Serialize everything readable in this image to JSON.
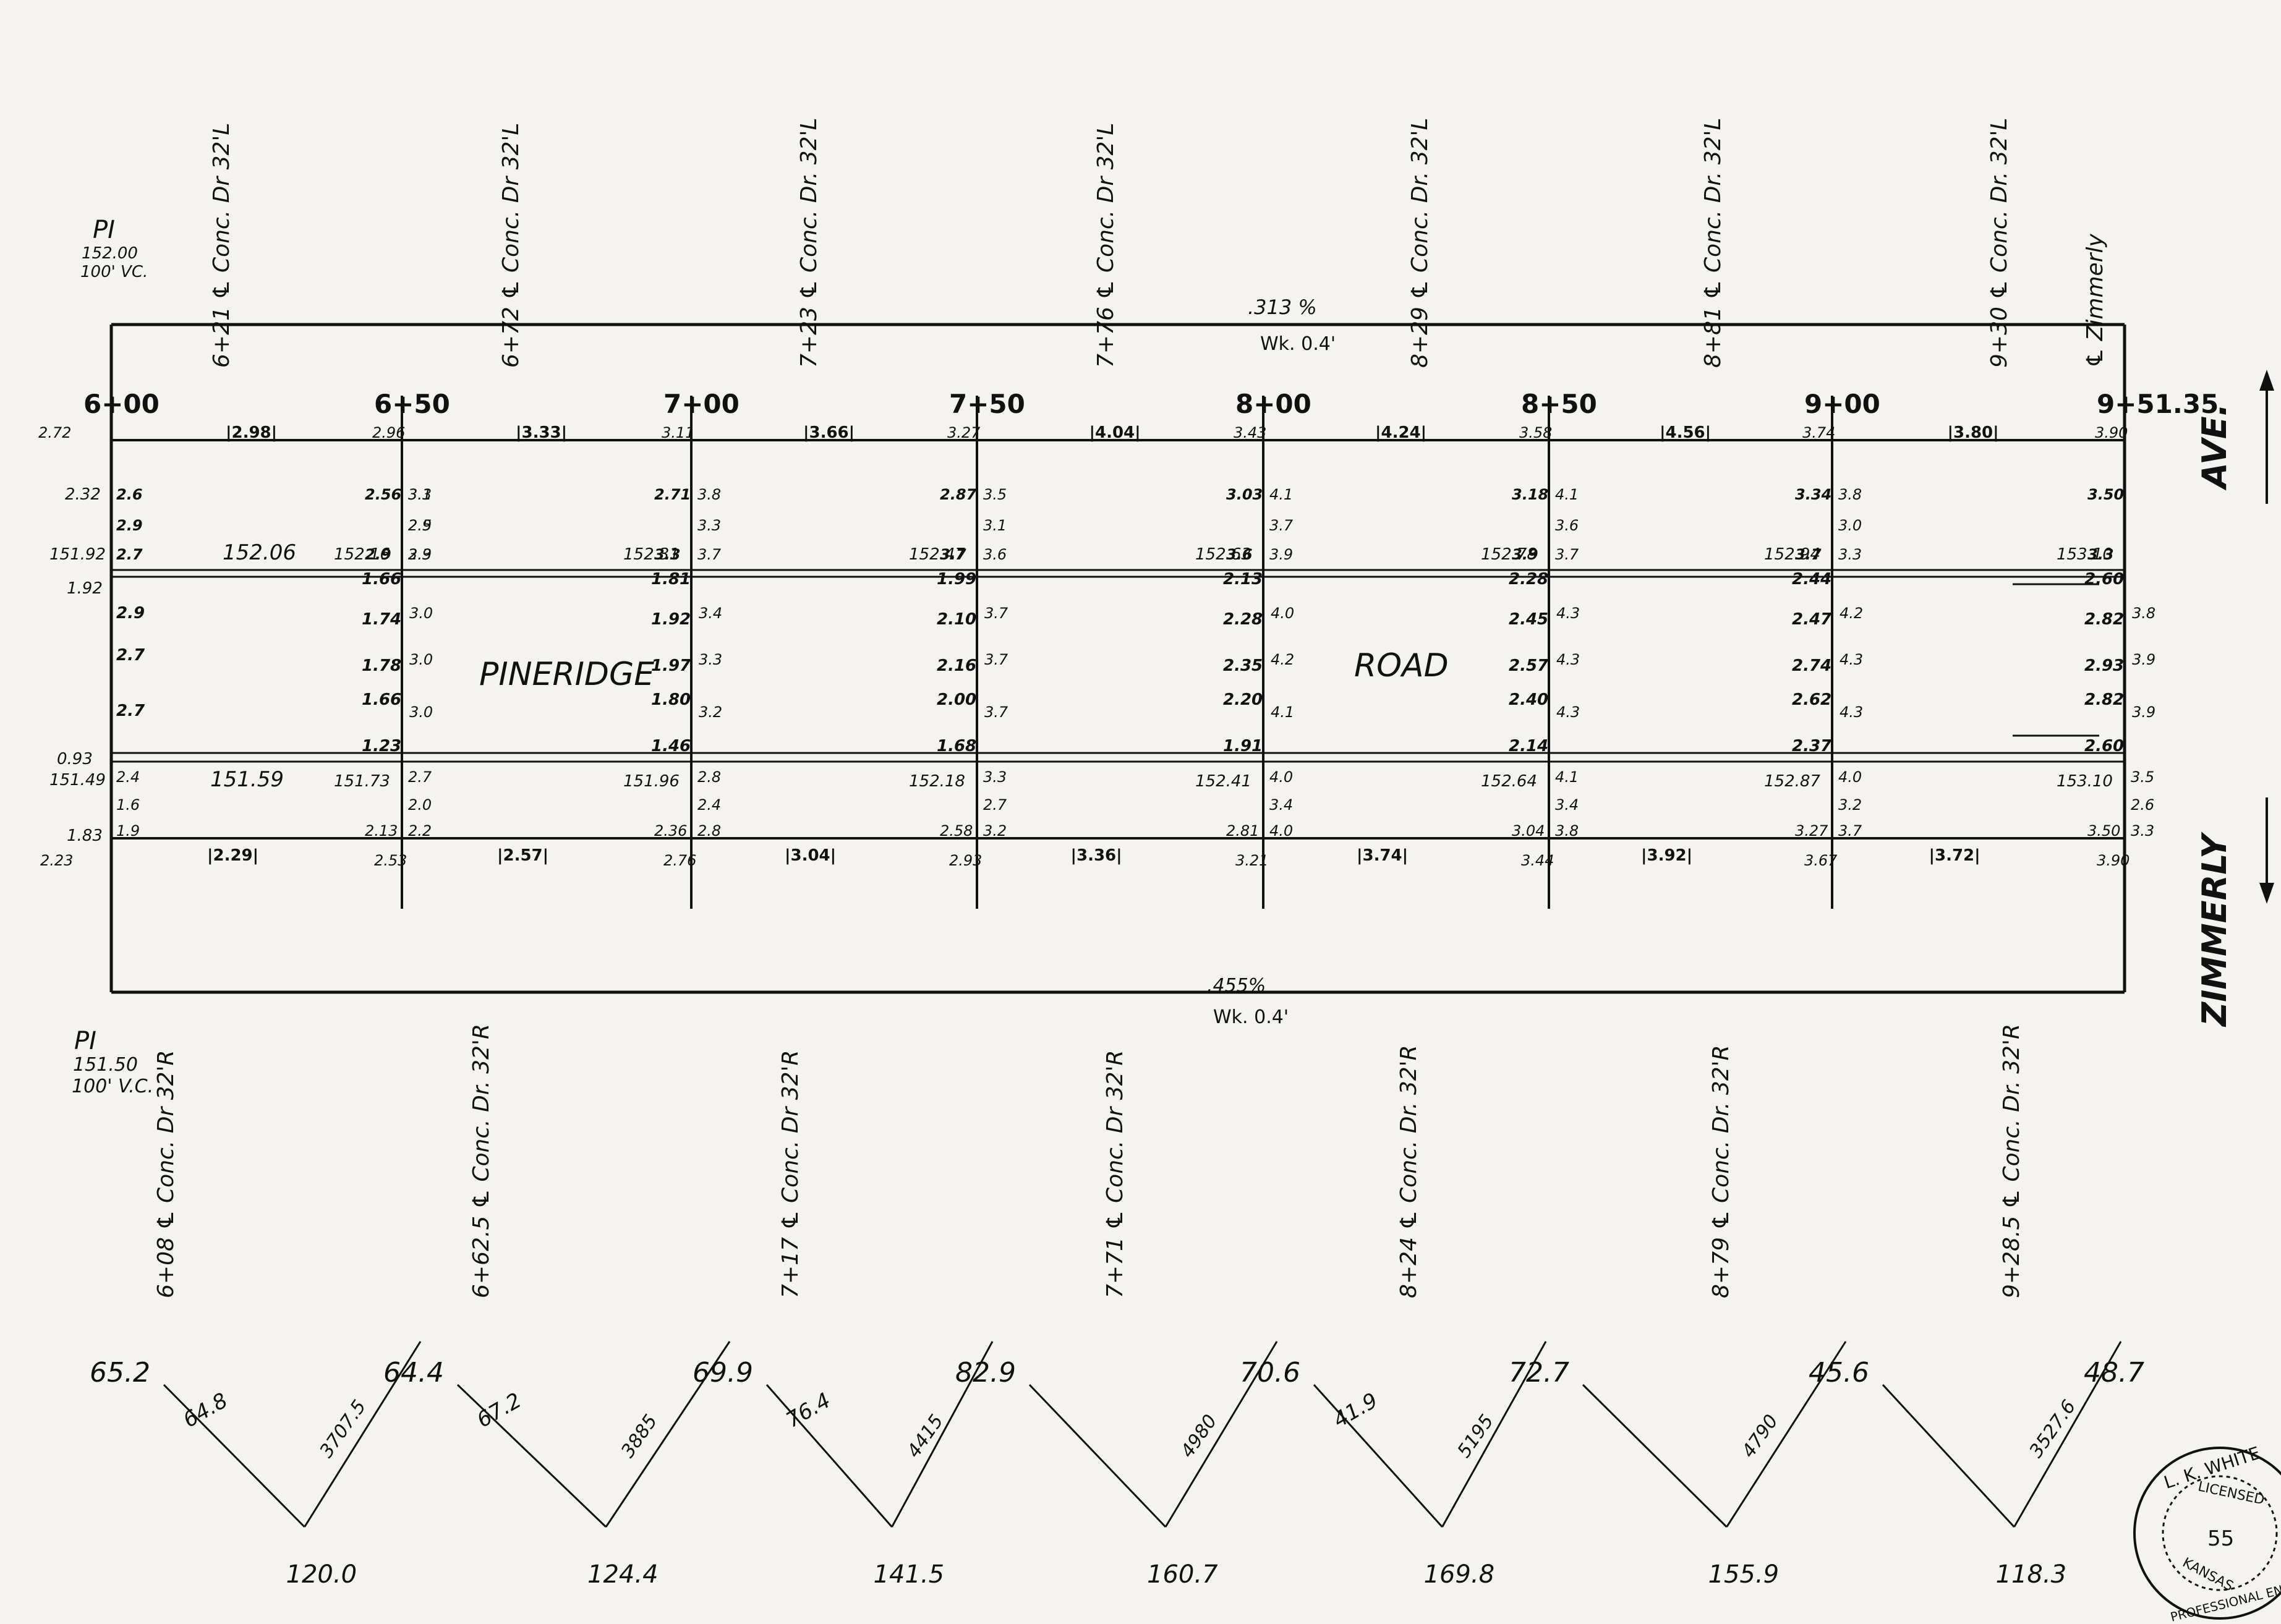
{
  "street_labels": {
    "pineridge": "PINERIDGE",
    "road": "ROAD",
    "ave": "AVE.",
    "zimmerly": "ZIMMERLY"
  },
  "pi_top": {
    "label": "PI",
    "elevation": "152.00",
    "vc": "100' VC."
  },
  "pi_bottom": {
    "label": "PI",
    "elevation": "151.50",
    "vc": "100' V.C."
  },
  "grade_top": {
    "percent": ".313 %",
    "walk": "Wk. 0.4'"
  },
  "grade_bottom": {
    "percent": ".455%",
    "walk": "Wk. 0.4'"
  },
  "stations": [
    "6+00",
    "6+50",
    "7+00",
    "7+50",
    "8+00",
    "8+50",
    "9+00",
    "9+51.35"
  ],
  "drives_left": [
    "6+21 ℄ Conc. Dr 32'L",
    "6+72 ℄ Conc. Dr 32'L",
    "7+23 ℄ Conc. Dr. 32'L",
    "7+76 ℄ Conc. Dr 32'L",
    "8+29 ℄ Conc. Dr. 32'L",
    "8+81 ℄ Conc. Dr. 32'L",
    "9+30 ℄ Conc. Dr. 32'L",
    "℄ Zimmerly"
  ],
  "drives_right": [
    "6+08 ℄ Conc. Dr 32'R",
    "6+62.5 ℄ Conc. Dr. 32'R",
    "7+17 ℄ Conc. Dr 32'R",
    "7+71 ℄ Conc. Dr 32'R",
    "8+24 ℄ Conc. Dr. 32'R",
    "8+79 ℄ Conc. Dr. 32'R",
    "9+28.5 ℄ Conc. Dr. 32'R"
  ],
  "top_boxed": [
    "2.98",
    "3.33",
    "3.66",
    "4.04",
    "4.24",
    "4.56",
    "3.80"
  ],
  "top_curb": [
    "2.72",
    "2.96",
    "3.11",
    "3.27",
    "3.43",
    "3.58",
    "3.74",
    "3.90"
  ],
  "bottom_boxed": [
    "2.29",
    "2.57",
    "3.04",
    "3.36",
    "3.74",
    "3.92",
    "3.72"
  ],
  "bottom_curb": [
    "2.23",
    "2.53",
    "2.76",
    "2.93",
    "3.21",
    "3.44",
    "3.67",
    "3.90"
  ],
  "top_gutter_elev": [
    "152.06",
    "152.16",
    "152.31",
    "152.47",
    "152.63",
    "152.78",
    "152.94",
    "153.10"
  ],
  "bottom_gutter_elev": [
    "151.59",
    "151.73",
    "151.96",
    "152.18",
    "152.41",
    "152.64",
    "152.87",
    "153.10"
  ],
  "left_margin": {
    "top_a": "2.32",
    "top_b": "151.92",
    "top_c": "1.92",
    "bot_a": "0.93",
    "bot_b": "151.49",
    "bot_c": "1.83"
  },
  "top_rows": {
    "r1": [
      "2.6",
      "2.56",
      "2.71",
      "2.87",
      "3.03",
      "3.18",
      "3.34",
      "3.50"
    ],
    "r2": [
      "2.9",
      "",
      "",
      "",
      "",
      "",
      "",
      ""
    ],
    "r3": [
      "2.7",
      "2.9",
      "3.3",
      "3.7",
      "3.6",
      "3.9",
      "3.7",
      "3.3"
    ]
  },
  "mid_cut": [
    [
      "3.1",
      "2.5",
      "2.9"
    ],
    [
      "3.3",
      "2.9",
      "3.3"
    ],
    [
      "3.8",
      "3.3",
      "3.7"
    ],
    [
      "3.5",
      "3.1",
      "3.6"
    ],
    [
      "4.1",
      "3.7",
      "3.9"
    ],
    [
      "4.1",
      "3.6",
      "3.7"
    ],
    [
      "3.8",
      "3.0",
      "3.3"
    ]
  ],
  "pavement": {
    "col_a": [
      [
        "2.9",
        "2.7",
        "2.7"
      ],
      [
        "1.66",
        "1.74",
        "1.78",
        "1.66",
        "1.23"
      ],
      [
        "1.81",
        "1.92",
        "1.97",
        "1.80",
        "1.46"
      ],
      [
        "1.99",
        "2.10",
        "2.16",
        "2.00",
        "1.68"
      ],
      [
        "2.13",
        "2.28",
        "2.35",
        "2.20",
        "1.91"
      ],
      [
        "2.28",
        "2.45",
        "2.57",
        "2.40",
        "2.14"
      ],
      [
        "2.44",
        "2.47",
        "2.74",
        "2.62",
        "2.37"
      ],
      [
        "2.60",
        "2.82",
        "2.93",
        "2.82",
        "2.60"
      ]
    ],
    "col_b": [
      [
        "3.0",
        "3.0",
        "3.0"
      ],
      [
        "3.4",
        "3.3",
        "3.2"
      ],
      [
        "3.7",
        "3.7",
        "3.7"
      ],
      [
        "4.0",
        "4.2",
        "4.1"
      ],
      [
        "4.3",
        "4.3",
        "4.3"
      ],
      [
        "4.2",
        "4.3",
        "4.3"
      ],
      [
        "3.8",
        "3.9",
        "3.9"
      ]
    ]
  },
  "bottom_rows": {
    "r1": [
      "2.4",
      "2.7",
      "2.8",
      "3.3",
      "4.0",
      "4.1",
      "4.0",
      "3.5"
    ],
    "r2": [
      "1.6",
      "2.0",
      "2.4",
      "2.7",
      "3.4",
      "3.4",
      "3.2",
      "2.6"
    ],
    "r3": [
      "1.9",
      "2.13",
      "2.36",
      "2.58",
      "2.81",
      "3.04",
      "3.27",
      "3.50"
    ],
    "r4": [
      "",
      "2.2",
      "2.8",
      "3.2",
      "4.0",
      "3.8",
      "3.7",
      "3.3"
    ]
  },
  "zigzag": {
    "tops": [
      "65.2",
      "64.4",
      "69.9",
      "82.9",
      "70.6",
      "72.7",
      "45.6",
      "48.7"
    ],
    "bottoms": [
      "120.0",
      "124.4",
      "141.5",
      "160.7",
      "169.8",
      "155.9",
      "118.3"
    ],
    "spans": [
      "3707.5",
      "3885",
      "4415",
      "4980",
      "5195",
      "4790",
      "3527.6"
    ],
    "mids": [
      "64.8",
      "67.2",
      "76.4",
      "",
      "41.9",
      "",
      ""
    ]
  },
  "seal": {
    "line1": "L. K. WHITE",
    "line2": "LICENSED",
    "number": "55",
    "line3": "KANSAS",
    "line4": "PROFESSIONAL ENGINEER"
  }
}
